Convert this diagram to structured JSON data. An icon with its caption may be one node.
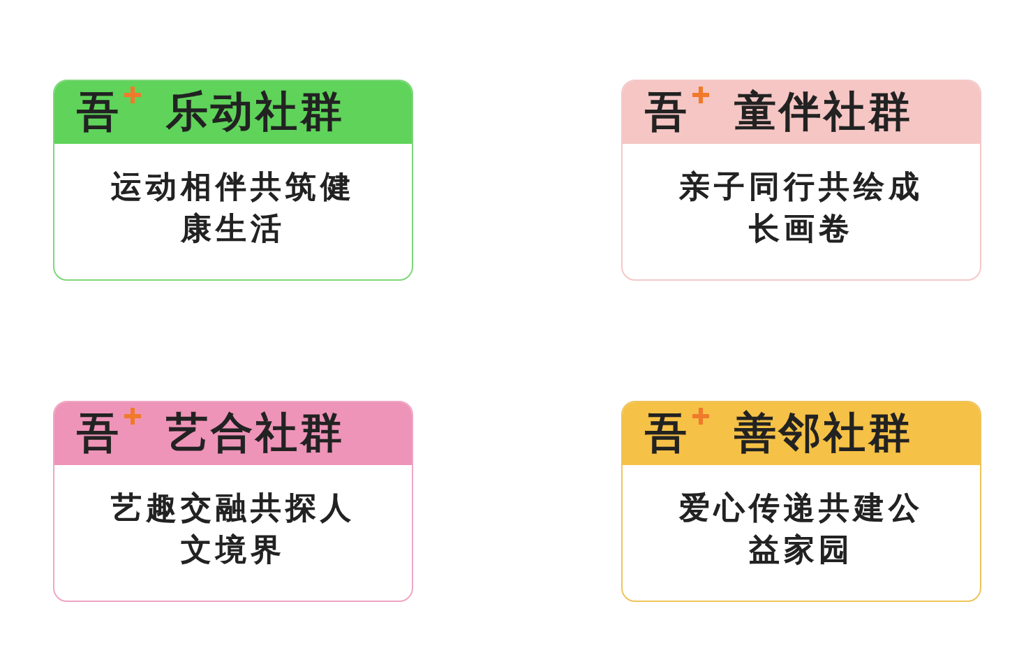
{
  "diagram": {
    "nodes": [
      {
        "text": [
          "吾",
          "乐动社群",
          "运动相伴共筑健康生活"
        ]
      },
      {
        "text": [
          "吾",
          "童伴社群",
          "亲子同行共绘成长画卷"
        ]
      },
      {
        "text": [
          "吾",
          "艺合社群",
          "艺趣交融共探人文境界"
        ]
      },
      {
        "text": [
          "吾",
          "善邻社群",
          "爱心传递共建公益家园"
        ]
      }
    ]
  }
}
